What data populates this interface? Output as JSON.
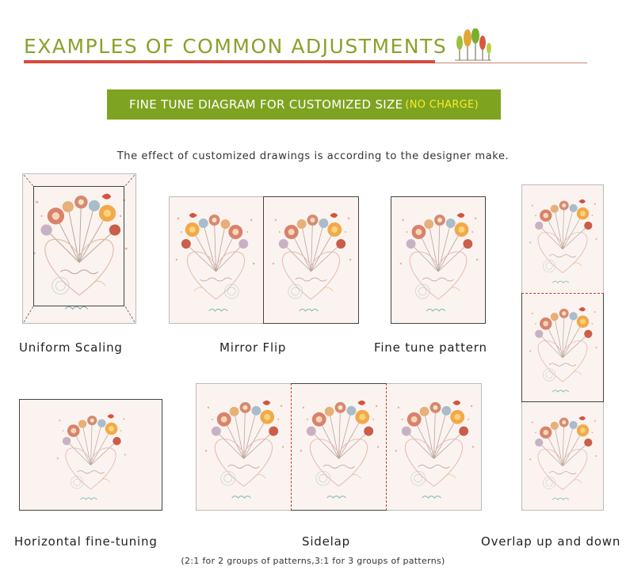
{
  "header": {
    "title": "EXAMPLES OF COMMON ADJUSTMENTS",
    "decor_icon": "trees-icon"
  },
  "banner": {
    "main": "FINE TUNE DIAGRAM FOR CUSTOMIZED SIZE",
    "sub": "(NO CHARGE)"
  },
  "effect_text": "The effect of customized drawings is according to the designer make.",
  "captions": {
    "uniform_scaling": "Uniform Scaling",
    "mirror_flip": "Mirror Flip",
    "fine_tune_pattern": "Fine tune pattern",
    "horizontal": "Horizontal fine-tuning",
    "sidelap": "Sidelap",
    "overlap": "Overlap up and down"
  },
  "footnote": "(2:1 for 2 groups of patterns,3:1 for 3 groups of patterns)",
  "colors": {
    "title_green": "#8aa22b",
    "rule_red": "#d64a3f",
    "banner_green": "#7ea321",
    "banner_sub_yellow": "#f4ee2a"
  }
}
